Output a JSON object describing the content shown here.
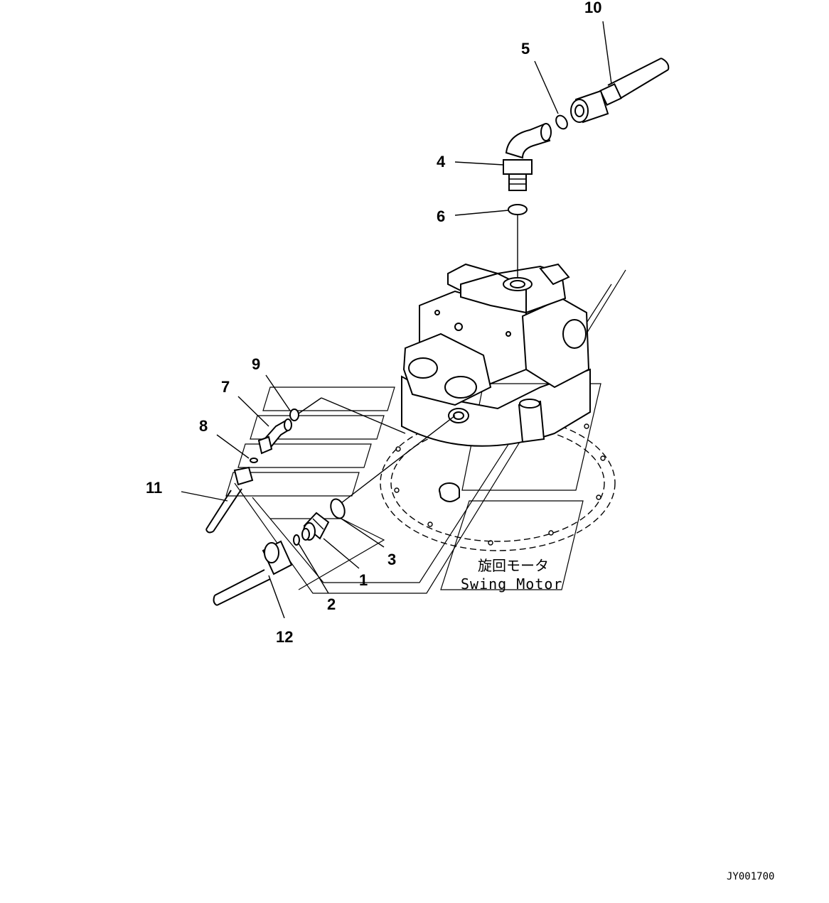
{
  "callouts": {
    "c1": "1",
    "c2": "2",
    "c3": "3",
    "c4": "4",
    "c5": "5",
    "c6": "6",
    "c7": "7",
    "c8": "8",
    "c9": "9",
    "c10": "10",
    "c11": "11",
    "c12": "12"
  },
  "component_label": {
    "japanese": "旋回モータ",
    "english": "Swing Motor"
  },
  "figure_code": "JY001700"
}
